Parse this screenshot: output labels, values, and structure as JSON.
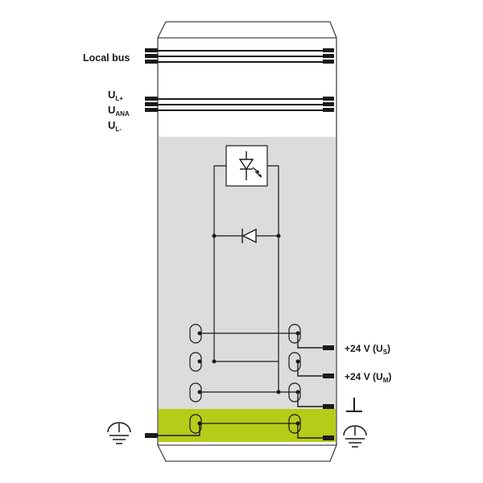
{
  "labels": {
    "local_bus": "Local bus",
    "ul_plus_main": "U",
    "ul_plus_sub": "L+",
    "uana_main": "U",
    "uana_sub": "ANA",
    "ul_minus_main": "U",
    "ul_minus_sub": "L-",
    "us_prefix": "+24 V (U",
    "us_sub": "S",
    "us_suffix": ")",
    "um_prefix": "+24 V (U",
    "um_sub": "M",
    "um_suffix": ")"
  },
  "colors": {
    "module_gray": "#dcdcdc",
    "fe_green": "#b5cc18",
    "line": "#1a1a1a",
    "outline": "#444444"
  }
}
